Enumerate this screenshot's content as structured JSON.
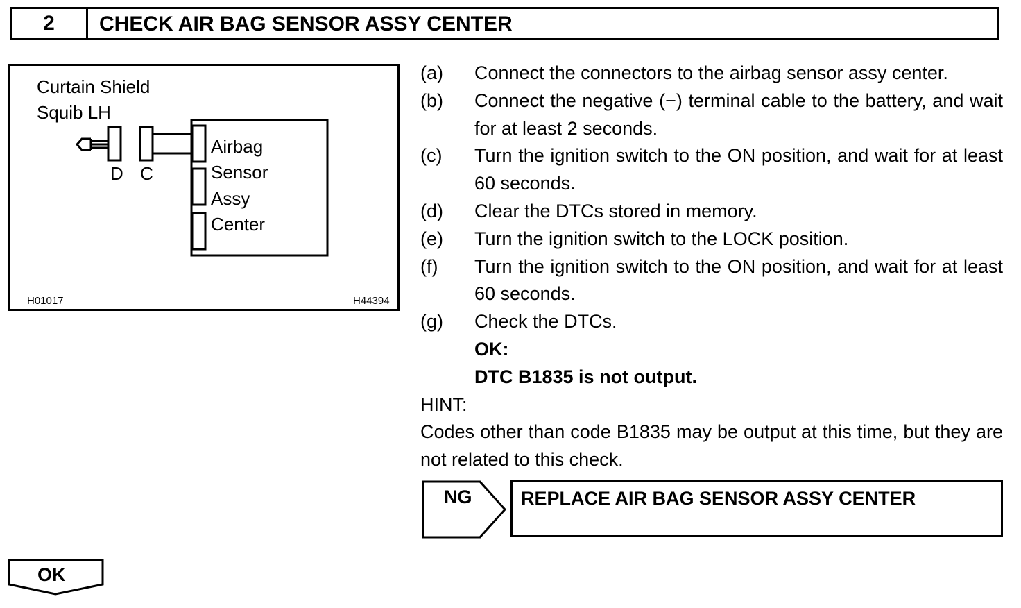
{
  "header": {
    "step_number": "2",
    "title": "CHECK AIR BAG SENSOR ASSY CENTER"
  },
  "figure": {
    "component_label_line1": "Curtain Shield",
    "component_label_line2": "Squib LH",
    "connector_d": "D",
    "connector_c": "C",
    "unit_label_lines": [
      "Airbag",
      "Sensor",
      "Assy",
      "Center"
    ],
    "code_left": "H01017",
    "code_right": "H44394"
  },
  "procedure": {
    "steps": [
      {
        "letter": "(a)",
        "text": "Connect the connectors to the airbag sensor assy center."
      },
      {
        "letter": "(b)",
        "text": "Connect the negative (−) terminal cable to the battery, and wait for at least 2 seconds."
      },
      {
        "letter": "(c)",
        "text": "Turn the ignition switch to the ON position, and wait for at least 60 seconds."
      },
      {
        "letter": "(d)",
        "text": "Clear the DTCs stored in memory."
      },
      {
        "letter": "(e)",
        "text": "Turn the ignition switch to the LOCK position."
      },
      {
        "letter": "(f)",
        "text": "Turn the ignition switch to the ON position, and wait for at least 60 seconds."
      },
      {
        "letter": "(g)",
        "text": "Check the DTCs."
      }
    ],
    "ok_label": "OK:",
    "ok_result": "DTC B1835 is not output.",
    "hint_label": "HINT:",
    "hint_text": "Codes other than code B1835 may be output at this time, but they are not related to this check."
  },
  "ng_branch": {
    "label": "NG",
    "action": "REPLACE AIR BAG SENSOR ASSY CENTER"
  },
  "ok_branch": {
    "label": "OK"
  }
}
